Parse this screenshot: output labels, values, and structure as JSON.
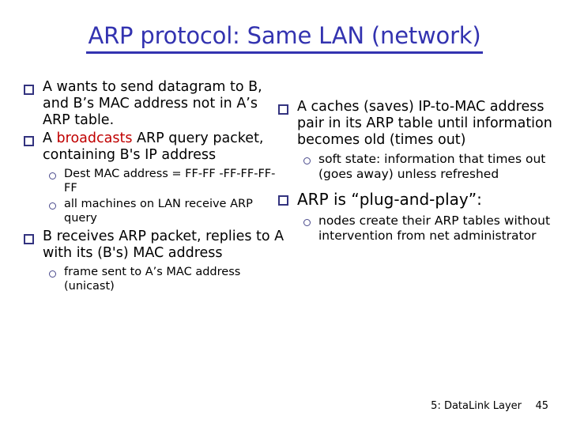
{
  "slide": {
    "title": "ARP protocol: Same LAN (network)",
    "title_color": "#3333b0",
    "bullet_color": "#33337f",
    "highlight_color": "#c00000",
    "background": "#ffffff"
  },
  "left_column": {
    "items": [
      {
        "level": 1,
        "marker": "square",
        "text": "A wants to send datagram to B, and B’s MAC address not in A’s ARP table."
      },
      {
        "level": 1,
        "marker": "square",
        "text_pre": "A ",
        "text_highlight": "broadcasts",
        "text_post": " ARP query packet, containing B's IP address"
      },
      {
        "level": 2,
        "marker": "circle",
        "text": "Dest MAC address = FF-FF -FF-FF-FF-FF"
      },
      {
        "level": 2,
        "marker": "circle",
        "text": "all machines on LAN receive ARP query"
      },
      {
        "level": 1,
        "marker": "square",
        "text": "B receives ARP packet, replies to A with its (B's) MAC address"
      },
      {
        "level": 2,
        "marker": "circle",
        "text": "frame sent to A’s MAC address (unicast)"
      }
    ]
  },
  "right_column": {
    "items": [
      {
        "level": 1,
        "marker": "square",
        "text": "A caches (saves) IP-to-MAC address pair in its ARP table until information becomes old (times out)"
      },
      {
        "level": 2,
        "marker": "circle",
        "text": "soft state: information that times out (goes away) unless refreshed"
      },
      {
        "level": 1,
        "marker": "square",
        "text": "ARP is “plug-and-play”:"
      },
      {
        "level": 2,
        "marker": "circle",
        "text": "nodes create their ARP tables without intervention from net administrator"
      }
    ]
  },
  "footer": {
    "chapter": "5: DataLink Layer",
    "page": "45"
  }
}
